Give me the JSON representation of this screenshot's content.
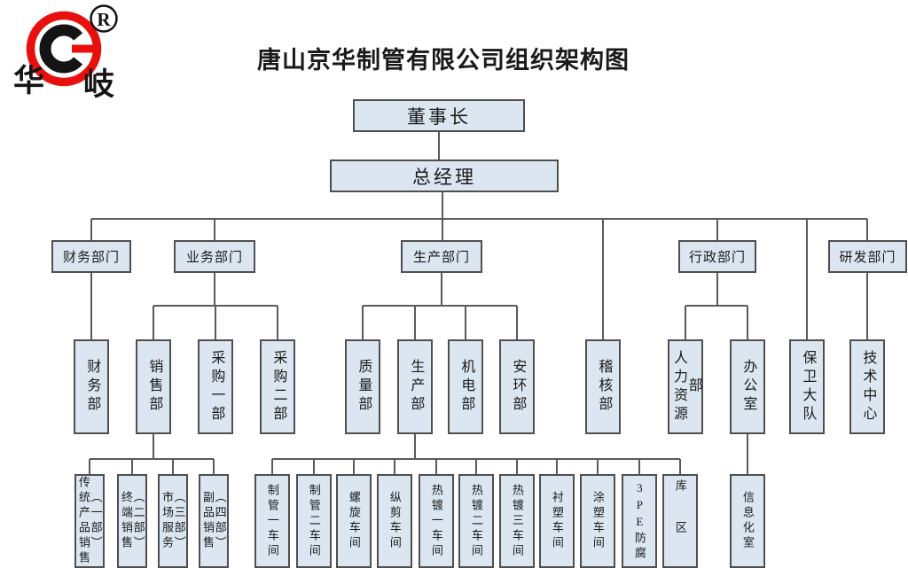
{
  "title": "唐山京华制管有限公司组织架构图",
  "logo": {
    "name": "华岐",
    "left_char": "华",
    "right_char": "岐",
    "registered_mark": "R",
    "ring_color": "#e8100c",
    "glyph_color": "#141414"
  },
  "colors": {
    "box_fill": "#dce6f1",
    "box_border": "#4f4f4f",
    "connector_line": "#5a5a5a"
  },
  "org": {
    "chairman": "董事长",
    "general_manager": "总经理",
    "departments": [
      "财务部门",
      "业务部门",
      "生产部门",
      "行政部门",
      "研发部门"
    ],
    "sections": [
      "财务部",
      "销售部",
      "采购一部",
      "采购二部",
      "质量部",
      "生产部",
      "机电部",
      "安环部",
      "稽核部",
      "人力资源部",
      "办公室",
      "保卫大队",
      "技术中心"
    ],
    "sales_teams": [
      {
        "name": "传统产品销售",
        "unit": "（一部）"
      },
      {
        "name": "终端销售",
        "unit": "（二部）"
      },
      {
        "name": "市场服务",
        "unit": "（三部）"
      },
      {
        "name": "副品销售",
        "unit": "（四部）"
      }
    ],
    "workshops": [
      "制管一车间",
      "制管二车间",
      "螺旋车间",
      "纵剪车间",
      "热镀一车间",
      "热镀二车间",
      "热镀三车间",
      "衬塑车间",
      "涂塑车间",
      "3PE防腐",
      "库区"
    ],
    "info_room": "信息化室"
  }
}
